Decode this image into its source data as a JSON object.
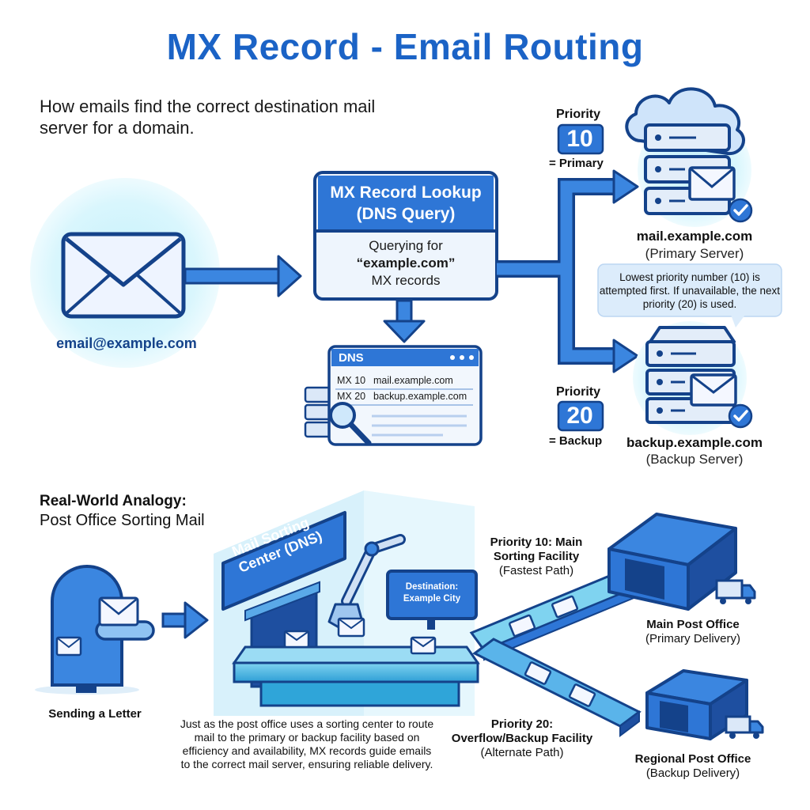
{
  "header": {
    "title": "MX Record - Email Routing",
    "intro": "How emails find the correct destination mail server for a domain."
  },
  "sender": {
    "label": "email@example.com"
  },
  "lookup": {
    "title": "MX Record Lookup (DNS Query)",
    "line1": "Querying for",
    "domain": "“example.com”",
    "line3": "MX records"
  },
  "dns_panel": {
    "title": "DNS",
    "records": [
      {
        "type": "MX 10",
        "host": "mail.example.com"
      },
      {
        "type": "MX 20",
        "host": "backup.example.com"
      }
    ]
  },
  "primary": {
    "priority_label": "Priority",
    "priority_value": "10",
    "priority_role": "= Primary",
    "server_name": "mail.example.com",
    "server_role": "(Primary Server)"
  },
  "backup": {
    "priority_label": "Priority",
    "priority_value": "20",
    "priority_role": "= Backup",
    "server_name": "backup.example.com",
    "server_role": "(Backup Server)"
  },
  "note": "Lowest priority number (10) is attempted first. If unavailable, the next priority (20) is used.",
  "analogy": {
    "title": "Real-World Analogy:",
    "subtitle": "Post Office Sorting Mail",
    "sign": "Mail Sorting Center (DNS)",
    "screen": "Destination: Example City",
    "sending_label": "Sending a Letter",
    "explanation": "Just as the post office uses a sorting center to route mail to the primary or backup facility based on efficiency and availability, MX records guide emails to the correct mail server, ensuring reliable delivery.",
    "main_path_title": "Priority 10: Main Sorting Facility",
    "main_path_note": "(Fastest Path)",
    "backup_path_title": "Priority 20: Overflow/Backup Facility",
    "backup_path_note": "(Alternate Path)",
    "main_office_name": "Main Post Office",
    "main_office_role": "(Primary Delivery)",
    "regional_office_name": "Regional Post Office",
    "regional_office_role": "(Backup Delivery)"
  },
  "colors": {
    "brand_blue": "#1b63c6",
    "dark_blue": "#14428a",
    "light_cyan": "#d5f4fb",
    "panel_bg": "#e9f3fd"
  }
}
